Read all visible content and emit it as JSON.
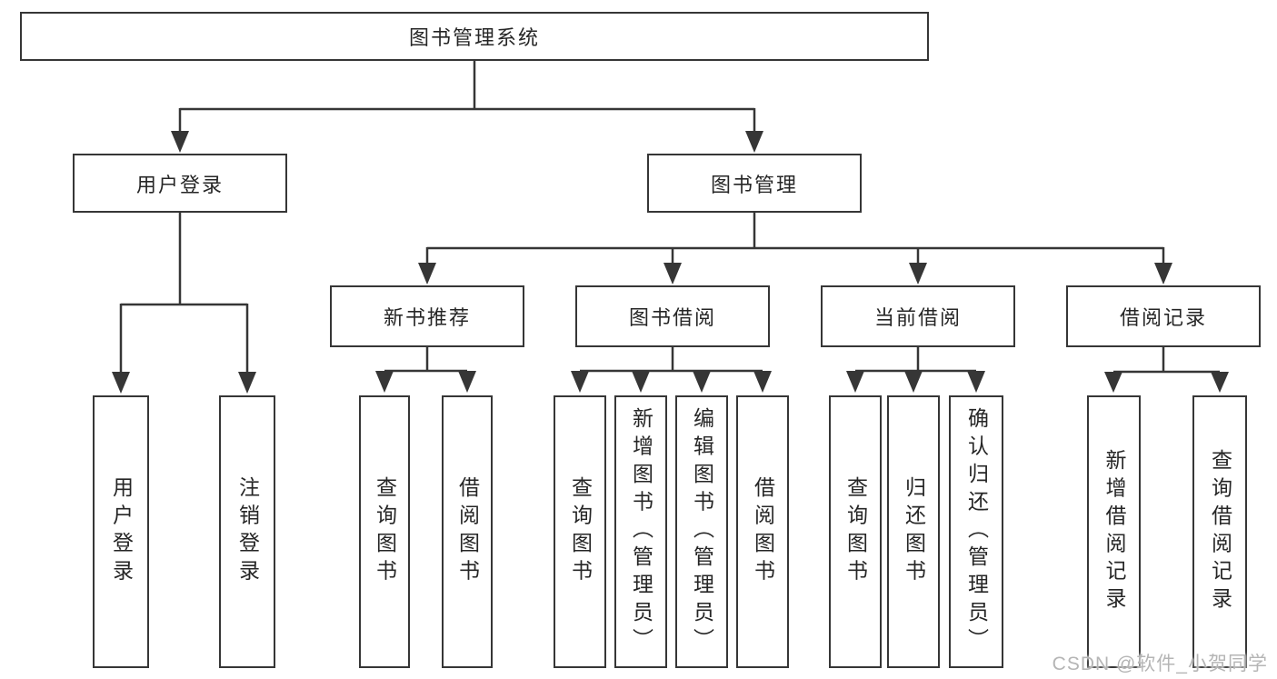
{
  "colors": {
    "line": "#363636",
    "box_border": "#363636",
    "text": "#262626",
    "watermark": "#b5b5b5",
    "background": "#ffffff"
  },
  "watermark": {
    "text": "CSDN @软件_小贺同学"
  },
  "tree": {
    "label": "图书管理系统",
    "children": [
      {
        "label": "用户登录",
        "children": [
          {
            "label": "用户登录"
          },
          {
            "label": "注销登录"
          }
        ]
      },
      {
        "label": "图书管理",
        "children": [
          {
            "label": "新书推荐",
            "children": [
              {
                "label": "查询图书"
              },
              {
                "label": "借阅图书"
              }
            ]
          },
          {
            "label": "图书借阅",
            "children": [
              {
                "label": "查询图书"
              },
              {
                "label": "新增图书（管理员）"
              },
              {
                "label": "编辑图书（管理员）"
              },
              {
                "label": "借阅图书"
              }
            ]
          },
          {
            "label": "当前借阅",
            "children": [
              {
                "label": "查询图书"
              },
              {
                "label": "归还图书"
              },
              {
                "label": "确认归还（管理员）"
              }
            ]
          },
          {
            "label": "借阅记录",
            "children": [
              {
                "label": "新增借阅记录"
              },
              {
                "label": "查询借阅记录"
              }
            ]
          }
        ]
      }
    ]
  }
}
